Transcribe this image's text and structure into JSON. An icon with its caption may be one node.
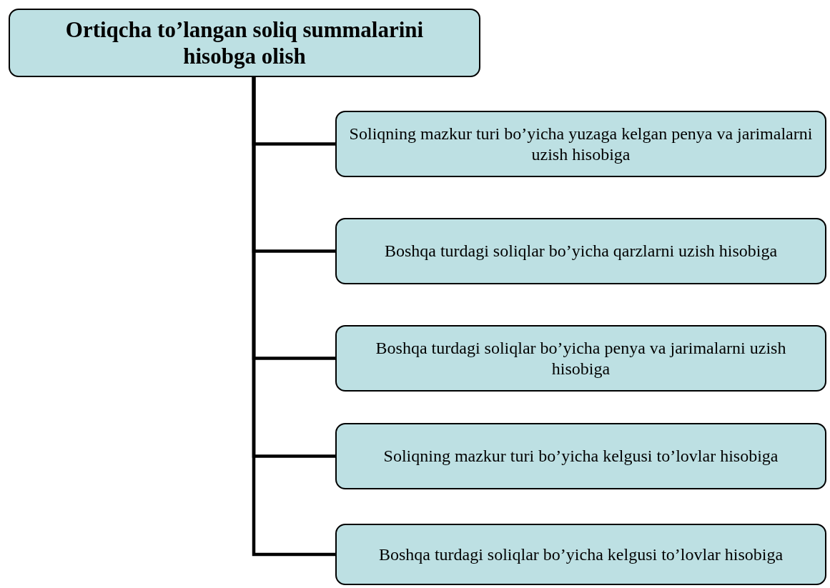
{
  "diagram": {
    "nodes": [
      {
        "text": [
          "Ortiqcha to’langan soliq summalarini hisobga olish"
        ]
      },
      {
        "text": [
          "Soliqning mazkur turi bo’yicha yuzaga kelgan penya va jarimalarni uzish hisobiga"
        ]
      },
      {
        "text": [
          "Boshqa turdagi soliqlar bo’yicha qarzlarni uzish hisobiga"
        ]
      },
      {
        "text": [
          "Boshqa turdagi soliqlar bo’yicha penya va jarimalarni uzish hisobiga"
        ]
      },
      {
        "text": [
          "Soliqning mazkur turi bo’yicha kelgusi to’lovlar hisobiga"
        ]
      },
      {
        "text": [
          "Boshqa turdagi soliqlar bo’yicha kelgusi to’lovlar hisobiga"
        ]
      }
    ],
    "edges": [
      {
        "from": 0,
        "to": 1,
        "arrow": "none"
      },
      {
        "from": 0,
        "to": 2,
        "arrow": "none"
      },
      {
        "from": 0,
        "to": 3,
        "arrow": "none"
      },
      {
        "from": 0,
        "to": 4,
        "arrow": "none"
      },
      {
        "from": 0,
        "to": 5,
        "arrow": "none"
      }
    ]
  }
}
